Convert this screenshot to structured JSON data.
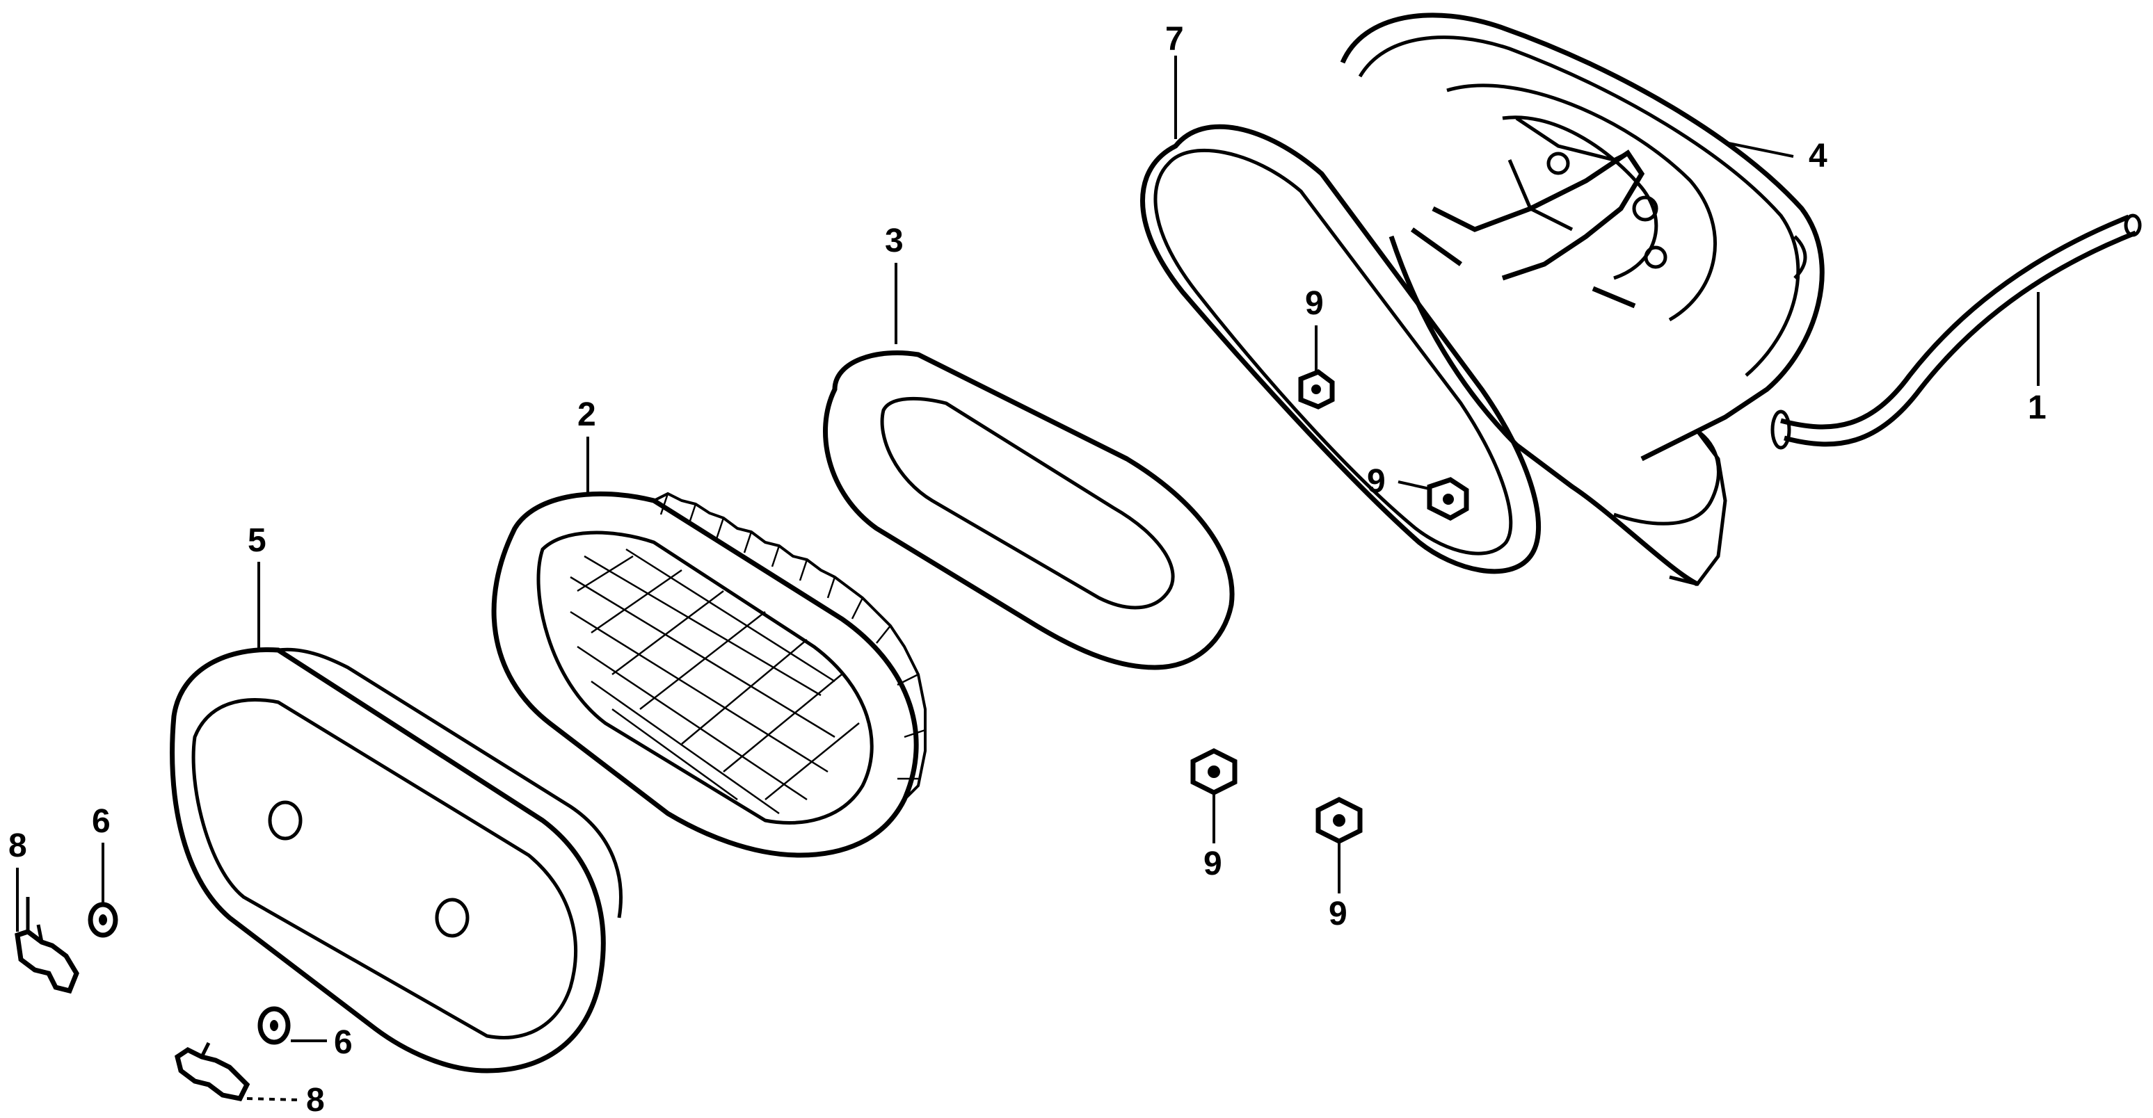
{
  "labels": {
    "l1": "1",
    "l2": "2",
    "l3": "3",
    "l4": "4",
    "l5": "5",
    "l6a": "6",
    "l6b": "6",
    "l7": "7",
    "l8a": "8",
    "l8b": "8",
    "l9a": "9",
    "l9b": "9",
    "l9c": "9",
    "l9d": "9"
  }
}
